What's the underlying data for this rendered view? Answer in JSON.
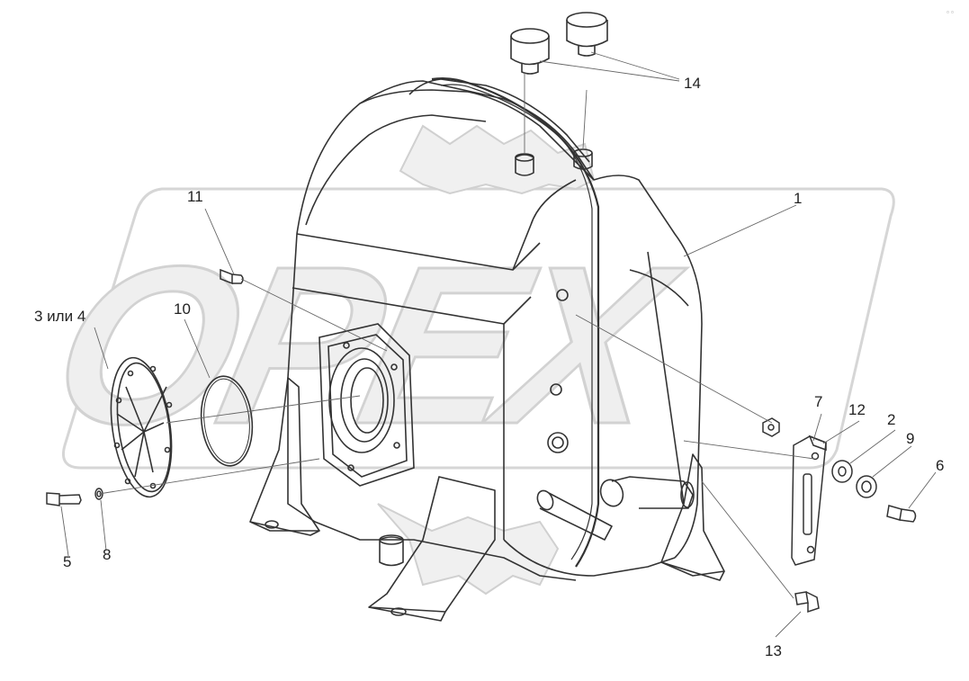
{
  "watermark": {
    "brand": "OPEX"
  },
  "labels": {
    "l1": "1",
    "l2": "2",
    "l3or4": "3 или 4",
    "l5": "5",
    "l6": "6",
    "l7": "7",
    "l8": "8",
    "l9": "9",
    "l10": "10",
    "l11": "11",
    "l12": "12",
    "l13": "13",
    "l14": "14"
  },
  "colors": {
    "line": "#333333",
    "leader": "#555555",
    "watermark_fill": "#eeeeee",
    "watermark_stroke": "#cfcfcf"
  }
}
